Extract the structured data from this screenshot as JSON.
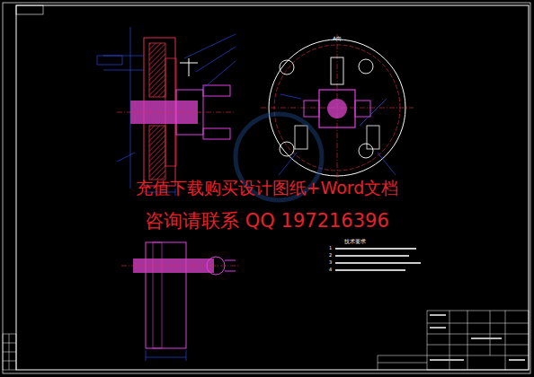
{
  "diagram": {
    "labels": [
      "A向",
      "技术要求",
      "1",
      "2",
      "3",
      "4",
      "充值下载购买设计图纸+Word文档",
      "咨询请联系 QQ 197216396"
    ]
  }
}
